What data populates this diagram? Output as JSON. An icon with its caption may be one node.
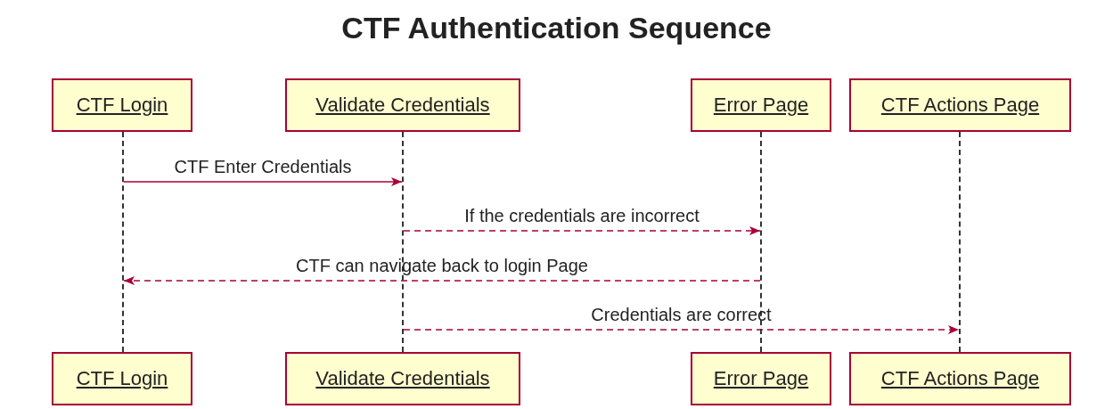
{
  "diagram": {
    "title": "CTF Authentication Sequence",
    "nodes": [
      {
        "text": [
          "CTF Login"
        ]
      },
      {
        "text": [
          "Validate Credentials"
        ]
      },
      {
        "text": [
          "Error Page"
        ]
      },
      {
        "text": [
          "CTF Actions Page"
        ]
      },
      {
        "text": [
          "CTF Login"
        ]
      },
      {
        "text": [
          "Validate Credentials"
        ]
      },
      {
        "text": [
          "Error Page"
        ]
      },
      {
        "text": [
          "CTF Actions Page"
        ]
      },
      {
        "text": [],
        "shape": "line"
      },
      {
        "text": [],
        "shape": "line"
      },
      {
        "text": [],
        "shape": "line"
      },
      {
        "text": [],
        "shape": "line"
      }
    ],
    "edges": [
      {
        "from": 8,
        "to": 9,
        "arrow": "to",
        "label": "CTF Enter Credentials"
      },
      {
        "from": 9,
        "to": 10,
        "arrow": "to",
        "label": "If the credentials are incorrect",
        "style": "dashed"
      },
      {
        "from": 10,
        "to": 8,
        "arrow": "to",
        "label": "CTF can navigate back to login Page",
        "style": "dashed"
      },
      {
        "from": 9,
        "to": 11,
        "arrow": "to",
        "label": "Credentials are correct",
        "style": "dashed"
      }
    ]
  }
}
